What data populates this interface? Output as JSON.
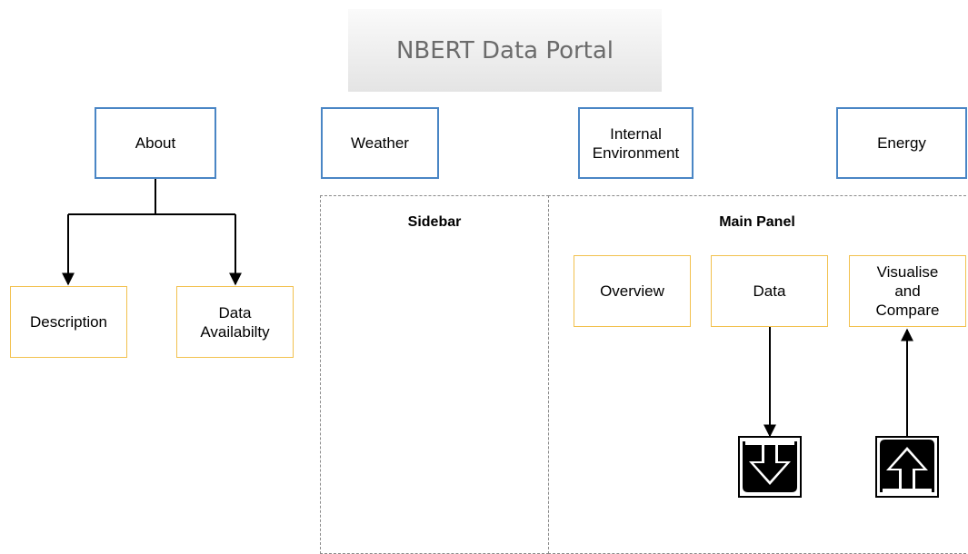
{
  "title": "NBERT Data Portal",
  "nav": {
    "about": "About",
    "weather": "Weather",
    "internal_environment": "Internal Environment",
    "energy": "Energy"
  },
  "about_children": {
    "description": "Description",
    "data_availability": "Data Availabilty"
  },
  "sidebar": {
    "label": "Sidebar"
  },
  "main_panel": {
    "label": "Main Panel",
    "overview": "Overview",
    "data": "Data",
    "visualise_compare": "Visualise and Compare"
  },
  "icons": [
    "download-icon",
    "upload-icon"
  ],
  "colors": {
    "nav_border": "#4a86c5",
    "sub_border": "#f2c14e",
    "title_text": "#6b6b6b"
  }
}
